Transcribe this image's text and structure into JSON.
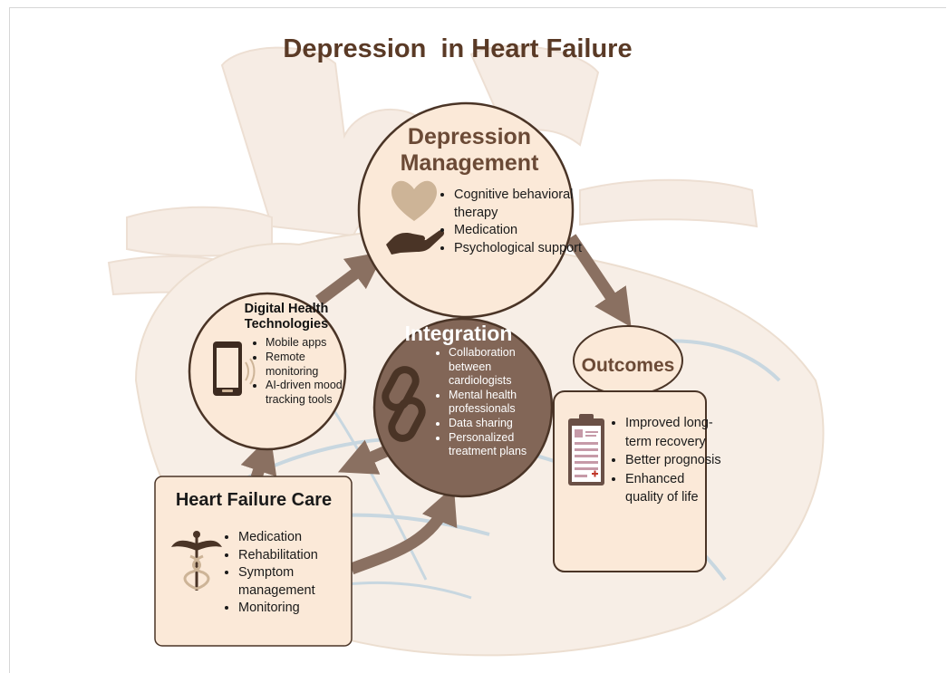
{
  "title": "Depression  in Heart Failure",
  "depression_management": {
    "title_line1": "Depression",
    "title_line2": "Management",
    "items": [
      "Cognitive behavioral therapy",
      "Medication",
      "Psychological support"
    ]
  },
  "digital_health": {
    "title_line1": "Digital Health",
    "title_line2": "Technologies",
    "items": [
      "Mobile apps",
      "Remote monitoring",
      "AI-driven mood tracking tools"
    ]
  },
  "integration": {
    "title": "Integration",
    "items": [
      "Collaboration between cardiologists",
      "Mental health professionals",
      "Data sharing",
      "Personalized treatment plans"
    ]
  },
  "outcomes": {
    "title": "Outcomes",
    "items": [
      "Improved long-term recovery",
      "Better prognosis",
      "Enhanced quality of life"
    ]
  },
  "heart_failure_care": {
    "title": "Heart Failure Care",
    "items": [
      "Medication",
      "Rehabilitation",
      "Symptom management",
      "Monitoring"
    ]
  },
  "colors": {
    "title_brown": "#5a3a26",
    "node_fill": "#fbe9d8",
    "node_stroke": "#4a3426",
    "integration_fill": "#826657",
    "arrow": "#8a7061",
    "heart_bg": "#f6ebe2",
    "vessel_blue": "#c3d3dd"
  },
  "icons": [
    "heart-hand-icon",
    "smartphone-icon",
    "chain-link-icon",
    "clipboard-icon",
    "caduceus-icon"
  ]
}
